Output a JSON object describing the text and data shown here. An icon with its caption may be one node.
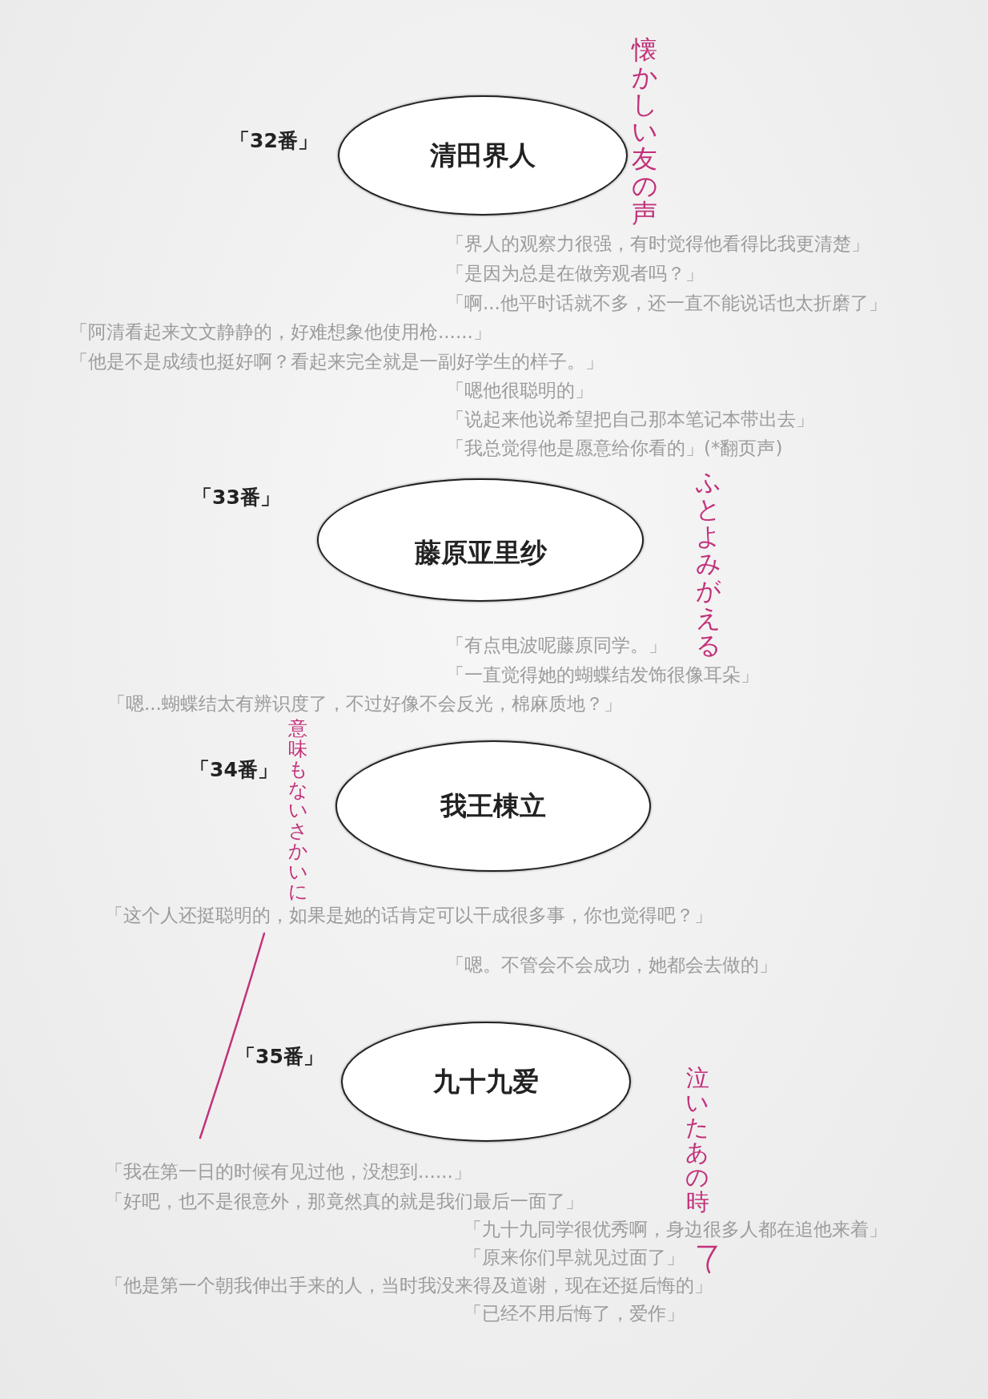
{
  "diagram": {
    "nodes": [
      {
        "text": [
          "清田界人"
        ],
        "beside": [
          "「32番」"
        ]
      },
      {
        "text": [
          "藤原亚里纱"
        ],
        "beside": [
          "「33番」"
        ]
      },
      {
        "text": [
          "我王棟立"
        ],
        "beside": [
          "「34番」"
        ]
      },
      {
        "text": [
          "九十九爱"
        ],
        "beside": [
          "「35番」"
        ]
      }
    ],
    "labels": [
      "懐かしい友の声",
      "「界人的观察力很强，有时觉得他看得比我更清楚」",
      "「是因为总是在做旁观者吗？」",
      "「啊...他平时话就不多，还一直不能说话也太折磨了」",
      "「阿清看起来文文静静的，好难想象他使用枪......」",
      "「他是不是成绩也挺好啊？看起来完全就是一副好学生的样子。」",
      "「嗯他很聪明的」",
      "「说起来他说希望把自己那本笔记本带出去」",
      "「我总觉得他是愿意给你看的」(*翻页声)",
      "ふとよみがえる",
      "「有点电波呢藤原同学。」",
      "「一直觉得她的蝴蝶结发饰很像耳朵」",
      "「嗯...蝴蝶结太有辨识度了，不过好像不会反光，棉麻质地？」",
      "意味もないさかいに",
      "「这个人还挺聪明的，如果是她的话肯定可以干成很多事，你也觉得吧？」",
      "「嗯。不管会不会成功，她都会去做的」",
      "泣いたあの時",
      "「我在第一日的时候有见过他，没想到......」",
      "「好吧，也不是很意外，那竟然真的就是我们最后一面了」",
      "「九十九同学很优秀啊，身边很多人都在追他来着」",
      "「原来你们早就见过面了」",
      "「他是第一个朝我伸出手来的人，当时我没来得及道谢，现在还挺后悔的」",
      "「已经不用后悔了，爱作」"
    ]
  }
}
